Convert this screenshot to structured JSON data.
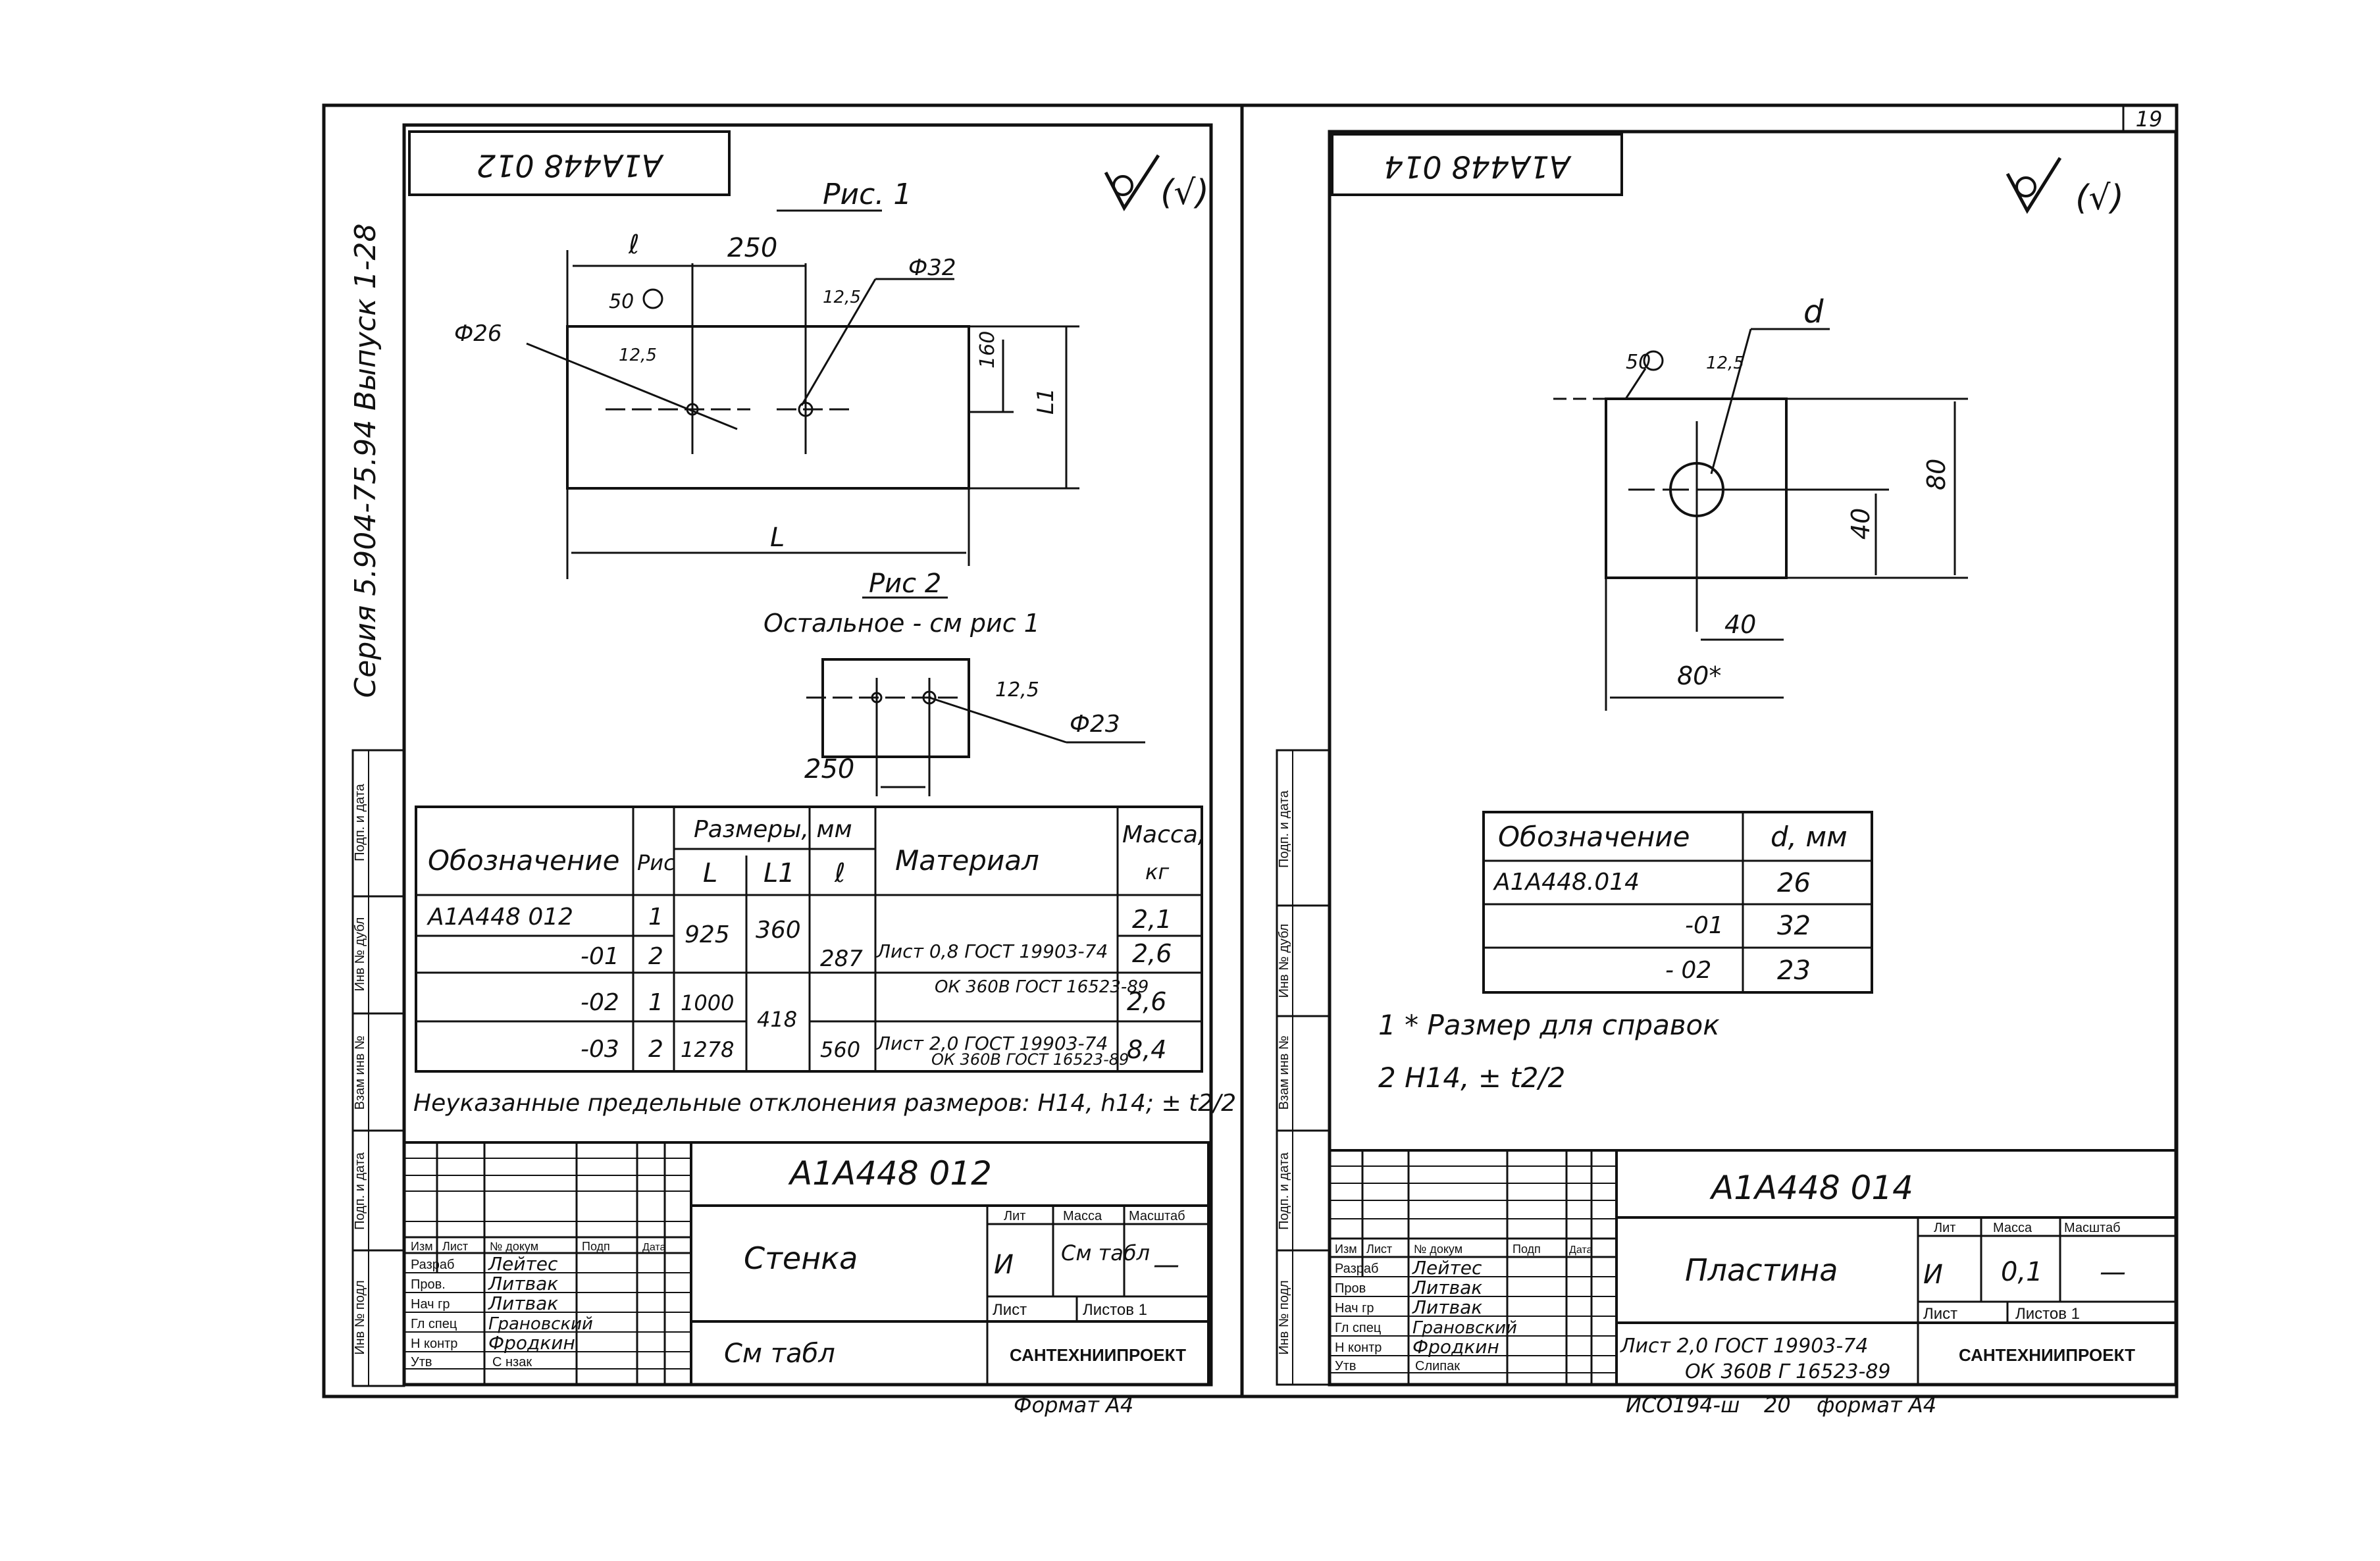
{
  "page_number": "19",
  "footer_code": "ИСО194-ш",
  "footer_num": "20",
  "left": {
    "rotated_code": "А1А448 012",
    "series_text": "Серия 5.904-75.94  Выпуск 1-28",
    "fig1_label": "Рис. 1",
    "fig2_label": "Рис 2",
    "fig2_note": "Остальное - см рис 1",
    "roughness": "(√)",
    "dims": {
      "l": "ℓ",
      "d250": "250",
      "phi32": "Ф32",
      "rough50": "50",
      "r125a": "12,5",
      "phi26": "Ф26",
      "r125b": "12,5",
      "d160": "160",
      "L1": "L1",
      "L": "L",
      "r125c": "12,5",
      "phi23": "Ф23",
      "d250b": "250"
    },
    "table": {
      "h_designation": "Обозначение",
      "h_fig": "Рис",
      "h_sizes": "Размеры, мм",
      "h_L": "L",
      "h_L1": "L1",
      "h_l": "ℓ",
      "h_material": "Материал",
      "h_mass": "Масса,",
      "h_mass_unit": "кг",
      "rows": [
        {
          "des": "А1А448 012",
          "fig": "1",
          "L": "925",
          "L1": "360",
          "l": "287",
          "mat1": "Лист 0,8 ГОСТ 19903-74",
          "mat2": "ОК 360В ГОСТ 16523-89",
          "mass": "2,1"
        },
        {
          "des": "-01",
          "fig": "2",
          "L": "",
          "L1": "",
          "l": "",
          "mat1": "",
          "mat2": "",
          "mass": "2,6"
        },
        {
          "des": "-02",
          "fig": "1",
          "L": "1000",
          "L1": "418",
          "l": "",
          "mat1": "Лист 2,0 ГОСТ 19903-74",
          "mat2": "ОК 360В ГОСТ 16523-89",
          "mass": "2,6"
        },
        {
          "des": "-03",
          "fig": "2",
          "L": "1278",
          "L1": "",
          "l": "560",
          "mat1": "",
          "mat2": "",
          "mass": "8,4"
        }
      ]
    },
    "note": "Неуказанные предельные отклонения размеров: Н14, h14; ± t2/2",
    "side_stamp": [
      "Подп. и дата",
      "Инв № дубл",
      "Взам инв №",
      "Подп. и дата",
      "Инв № подл"
    ],
    "title_block": {
      "code": "А1А448 012",
      "name": "Стенка",
      "material": "См табл",
      "lit_h": "Лит",
      "mass_h": "Масса",
      "scale_h": "Масштаб",
      "lit": "И",
      "mass": "См табл",
      "scale": "—",
      "sheet": "Лист",
      "sheets": "Листов 1",
      "org": "САНТЕХНИИПРОЕКТ",
      "col_heads": [
        "Изм",
        "Лист",
        "№ докум",
        "Подп",
        "Дата"
      ],
      "roles": [
        "Разраб",
        "Пров.",
        "Нач гр",
        "Гл спец",
        "Н контр",
        "Утв"
      ],
      "names": [
        "Лейтес",
        "Литвак",
        "Литвак",
        "Грановский",
        "Фродкин",
        "С нзак"
      ]
    },
    "format": "Формат А4"
  },
  "right": {
    "rotated_code": "А1А448 014",
    "roughness": "(√)",
    "dims": {
      "d": "d",
      "rough50": "50",
      "r125": "12,5",
      "d80v": "80",
      "d40v": "40",
      "d40h": "40",
      "d80h": "80*"
    },
    "table": {
      "h_designation": "Обозначение",
      "h_d": "d, мм",
      "rows": [
        {
          "des": "А1А448.014",
          "d": "26"
        },
        {
          "des": "-01",
          "d": "32"
        },
        {
          "des": "- 02",
          "d": "23"
        }
      ]
    },
    "notes": [
      "1  * Размер для справок",
      "2  Н14,  ± t2/2"
    ],
    "side_stamp": [
      "Подп. и дата",
      "Инв № дубл",
      "Взам инв №",
      "Подп. и дата",
      "Инв № подл"
    ],
    "title_block": {
      "code": "А1А448 014",
      "name": "Пластина",
      "material1": "Лист 2,0 ГОСТ 19903-74",
      "material2": "ОК 360В Г  16523-89",
      "lit_h": "Лит",
      "mass_h": "Масса",
      "scale_h": "Масштаб",
      "lit": "И",
      "mass": "0,1",
      "scale": "—",
      "sheet": "Лист",
      "sheets": "Листов 1",
      "org": "САНТЕХНИИПРОЕКТ",
      "col_heads": [
        "Изм",
        "Лист",
        "№ докум",
        "Подп",
        "Дата"
      ],
      "roles": [
        "Разраб",
        "Пров",
        "Нач гр",
        "Гл спец",
        "Н контр",
        "Утв"
      ],
      "names": [
        "Лейтес",
        "Литвак",
        "Литвак",
        "Грановский",
        "Фродкин",
        "Слипак"
      ]
    },
    "format": "формат А4"
  }
}
